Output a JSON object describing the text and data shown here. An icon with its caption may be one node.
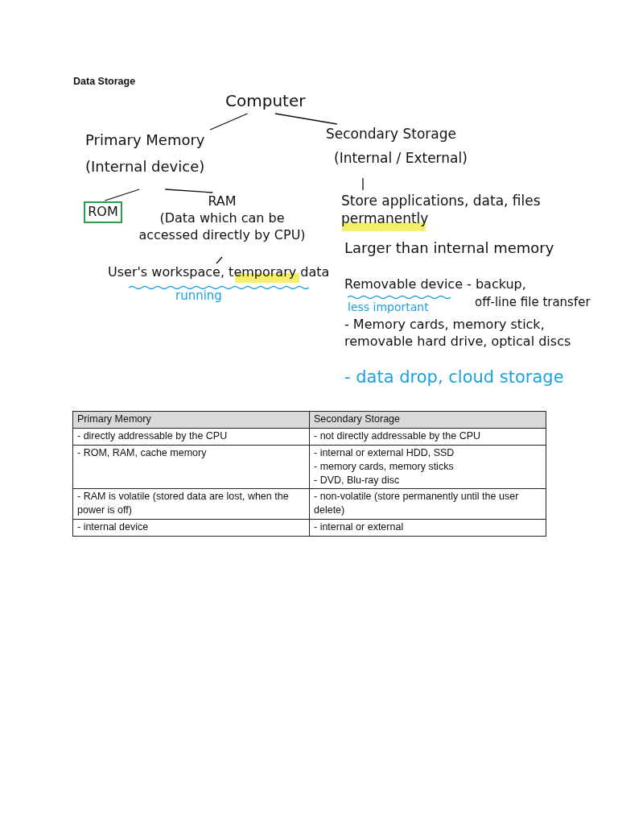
{
  "diagram": {
    "title": "Data Storage",
    "nodes": [
      {
        "text": [
          "Computer"
        ]
      },
      {
        "text": [
          "Primary Memory",
          "(Internal device)"
        ]
      },
      {
        "text": [
          "Secondary Storage",
          "(Internal / External)"
        ]
      },
      {
        "text": [
          "ROM"
        ]
      },
      {
        "text": [
          "RAM",
          "(Data which can be accessed directly by CPU)"
        ]
      },
      {
        "text": [
          "User's workspace, temporary data"
        ]
      },
      {
        "text": [
          "Store applications, data, files permanently"
        ]
      }
    ],
    "edges": [
      {
        "from": 0,
        "to": 1,
        "arrow": "none"
      },
      {
        "from": 0,
        "to": 2,
        "arrow": "none"
      },
      {
        "from": 1,
        "to": 3,
        "arrow": "none"
      },
      {
        "from": 1,
        "to": 4,
        "arrow": "none"
      },
      {
        "from": 4,
        "to": 5,
        "arrow": "none"
      },
      {
        "from": 2,
        "to": 6,
        "arrow": "none"
      }
    ],
    "labels": [
      "running",
      "Larger than internal memory",
      "Removable device - backup,",
      "less important",
      "off-line file transfer",
      "- Memory cards, memory stick, removable hard drive, optical discs",
      "- data drop, cloud storage",
      "Primary Memory",
      "Secondary Storage",
      "- directly addressable by the CPU",
      "- not directly addressable by the CPU",
      "- ROM, RAM, cache memory",
      "- internal or external HDD, SSD - memory cards, memory sticks - DVD, Blu-ray disc",
      "- RAM is volatile (stored data are lost, when the power is off)",
      "- non-volatile (store permanently until the user delete)",
      "- internal device",
      "- internal or external"
    ]
  }
}
